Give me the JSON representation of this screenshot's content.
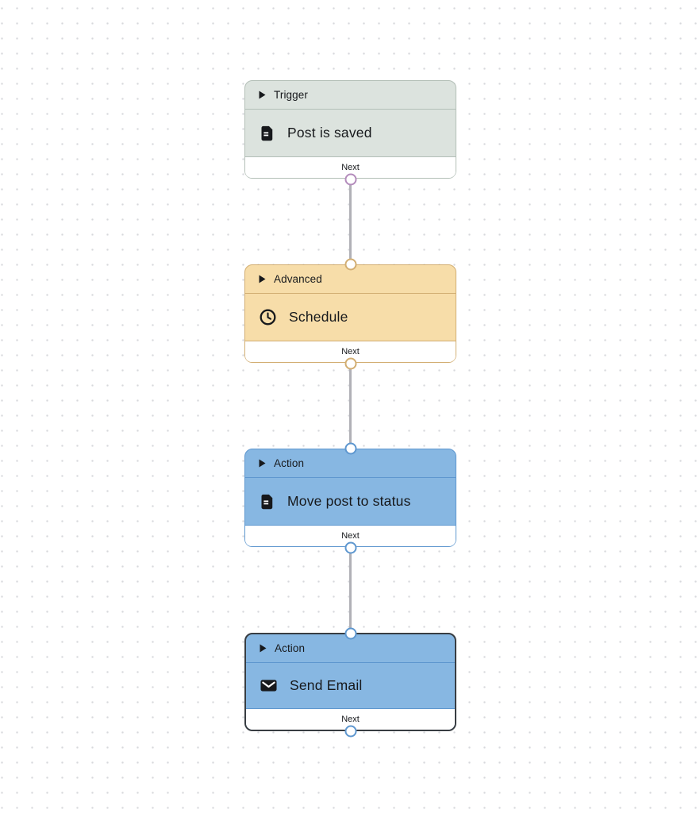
{
  "canvas": {
    "background_color": "#ffffff",
    "dot_color": "#d7d8dc",
    "edge_color": "#b1b1b7"
  },
  "nodes": [
    {
      "id": "trigger-post-is-saved",
      "category": "Trigger",
      "title": "Post is saved",
      "icon": "document-icon",
      "footer_label": "Next",
      "selected": false,
      "has_target_handle": false,
      "has_source_handle": true,
      "colors": {
        "bg": "#dce3de",
        "accent": "#b3bfb7",
        "border": "#b3bfb7",
        "source_handle": "#b48cbc",
        "target_handle": "#b48cbc"
      }
    },
    {
      "id": "advanced-schedule",
      "category": "Advanced",
      "title": "Schedule",
      "icon": "clock-icon",
      "footer_label": "Next",
      "selected": false,
      "has_target_handle": true,
      "has_source_handle": true,
      "colors": {
        "bg": "#f7dda9",
        "accent": "#d2ae72",
        "border": "#d2ae72",
        "source_handle": "#d2ae72",
        "target_handle": "#d2ae72"
      }
    },
    {
      "id": "action-move-post-to-status",
      "category": "Action",
      "title": "Move post to status",
      "icon": "document-icon",
      "footer_label": "Next",
      "selected": false,
      "has_target_handle": true,
      "has_source_handle": true,
      "colors": {
        "bg": "#87b7e2",
        "accent": "#5e97cf",
        "border": "#5e97cf",
        "source_handle": "#5e97cf",
        "target_handle": "#5e97cf"
      }
    },
    {
      "id": "action-send-email",
      "category": "Action",
      "title": "Send Email",
      "icon": "envelope-icon",
      "footer_label": "Next",
      "selected": true,
      "has_target_handle": true,
      "has_source_handle": true,
      "colors": {
        "bg": "#87b7e2",
        "accent": "#5e97cf",
        "border": "#383d42",
        "source_handle": "#5e97cf",
        "target_handle": "#5e97cf"
      }
    }
  ],
  "edges": [
    {
      "source": "trigger-post-is-saved",
      "target": "advanced-schedule"
    },
    {
      "source": "advanced-schedule",
      "target": "action-move-post-to-status"
    },
    {
      "source": "action-move-post-to-status",
      "target": "action-send-email"
    }
  ]
}
